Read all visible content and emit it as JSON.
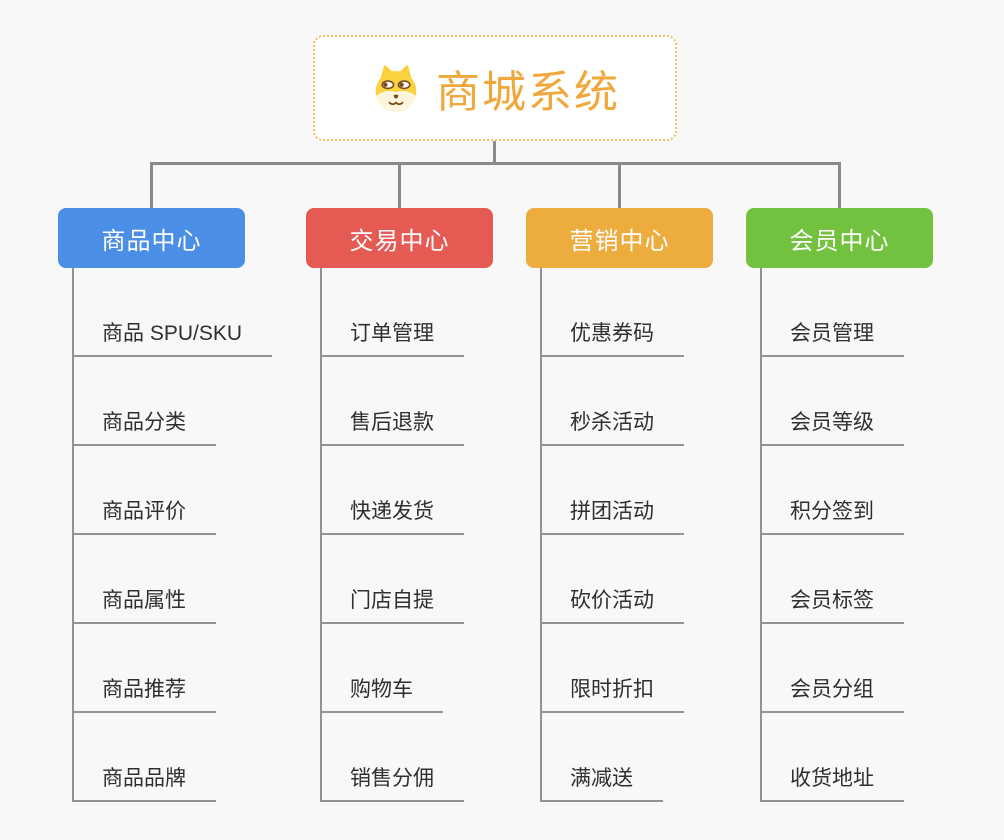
{
  "root": {
    "title": "商城系统",
    "icon": "shiba-dog-icon"
  },
  "theme": {
    "background": "#f8f8f8",
    "root_text_color": "#f0a73c",
    "root_border_color": "#f0be62",
    "connector_color": "#8a8a8a",
    "leaf_line_color": "#939393",
    "leaf_text_color": "#2f2f2f"
  },
  "branches": [
    {
      "label": "商品中心",
      "color": "#4a8ee5",
      "children": [
        "商品 SPU/SKU",
        "商品分类",
        "商品评价",
        "商品属性",
        "商品推荐",
        "商品品牌"
      ]
    },
    {
      "label": "交易中心",
      "color": "#e65a54",
      "children": [
        "订单管理",
        "售后退款",
        "快递发货",
        "门店自提",
        "购物车",
        "销售分佣"
      ]
    },
    {
      "label": "营销中心",
      "color": "#ecac3e",
      "children": [
        "优惠券码",
        "秒杀活动",
        "拼团活动",
        "砍价活动",
        "限时折扣",
        "满减送"
      ]
    },
    {
      "label": "会员中心",
      "color": "#72c13f",
      "children": [
        "会员管理",
        "会员等级",
        "积分签到",
        "会员标签",
        "会员分组",
        "收货地址"
      ]
    }
  ]
}
